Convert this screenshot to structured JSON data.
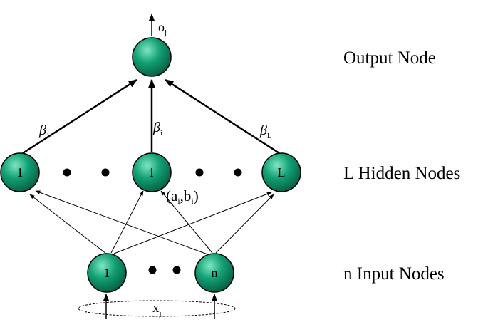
{
  "layer_labels": {
    "output": "Output Node",
    "hidden": "L Hidden Nodes",
    "input": "n Input Nodes"
  },
  "output_label": {
    "o": "o",
    "sub": "j"
  },
  "output_node": "",
  "hidden_nodes": [
    "1",
    "i",
    "L"
  ],
  "input_nodes": [
    "1",
    "n"
  ],
  "weights": {
    "beta_1": {
      "sym": "β",
      "sub": "1"
    },
    "beta_i": {
      "sym": "β",
      "sub": "i"
    },
    "beta_L": {
      "sym": "β",
      "sub": "L"
    }
  },
  "hidden_params": {
    "open": "(a",
    "sub1": "i",
    "comma": ",b",
    "sub2": "i",
    "close": ")"
  },
  "input_vector": {
    "x": "x",
    "sub": "j"
  },
  "colors": {
    "node_fill": "#0a8a63",
    "node_dark": "#064f39",
    "node_light": "#6fe0b8",
    "line": "#000000"
  }
}
